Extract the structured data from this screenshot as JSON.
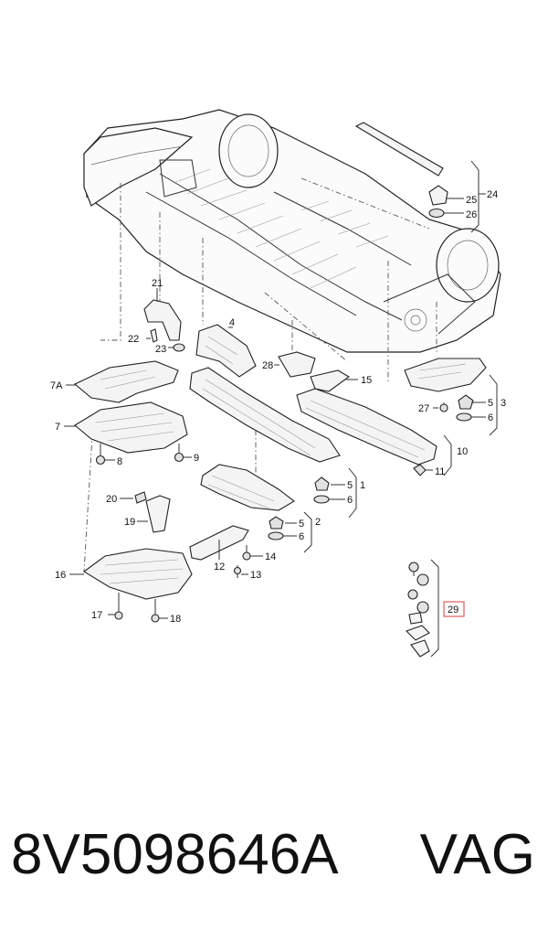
{
  "diagram": {
    "callouts": {
      "c1": "1",
      "c2": "2",
      "c3": "3",
      "c4": "4",
      "c5a": "5",
      "c5b": "5",
      "c5c": "5",
      "c6a": "6",
      "c6b": "6",
      "c6c": "6",
      "c7": "7",
      "c7a": "7A",
      "c8": "8",
      "c9": "9",
      "c10": "10",
      "c11": "11",
      "c12": "12",
      "c13": "13",
      "c14": "14",
      "c15": "15",
      "c16": "16",
      "c17": "17",
      "c18": "18",
      "c19": "19",
      "c20": "20",
      "c21": "21",
      "c22": "22",
      "c23": "23",
      "c24": "24",
      "c25": "25",
      "c26": "26",
      "c27": "27",
      "c28": "28",
      "c29": "29"
    },
    "highlight_color": "#e05a5a"
  },
  "footer": {
    "part_number": "8V5098646A",
    "brand": "VAG"
  }
}
